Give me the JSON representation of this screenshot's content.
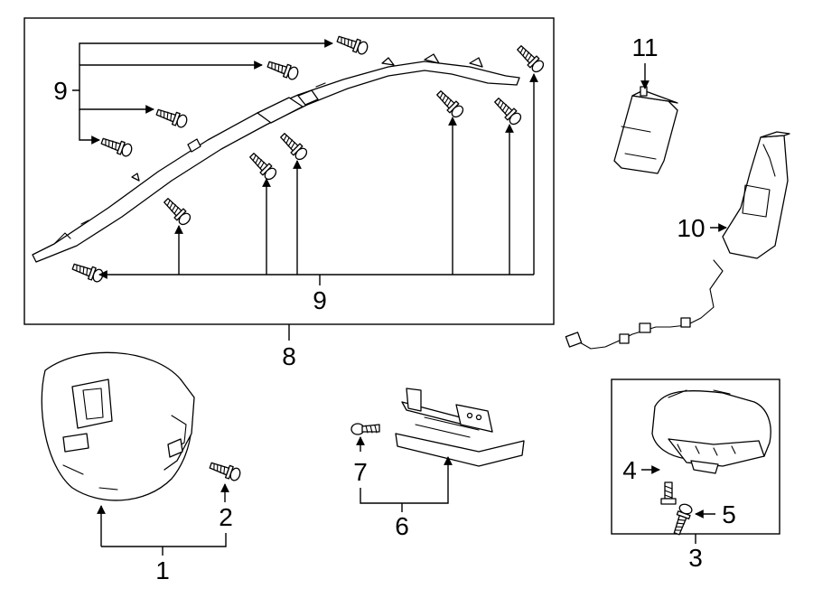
{
  "callouts": {
    "c1": "1",
    "c2": "2",
    "c3": "3",
    "c4": "4",
    "c5": "5",
    "c6": "6",
    "c7": "7",
    "c8": "8",
    "c9_top": "9",
    "c9_bottom": "9",
    "c10": "10",
    "c11": "11"
  }
}
